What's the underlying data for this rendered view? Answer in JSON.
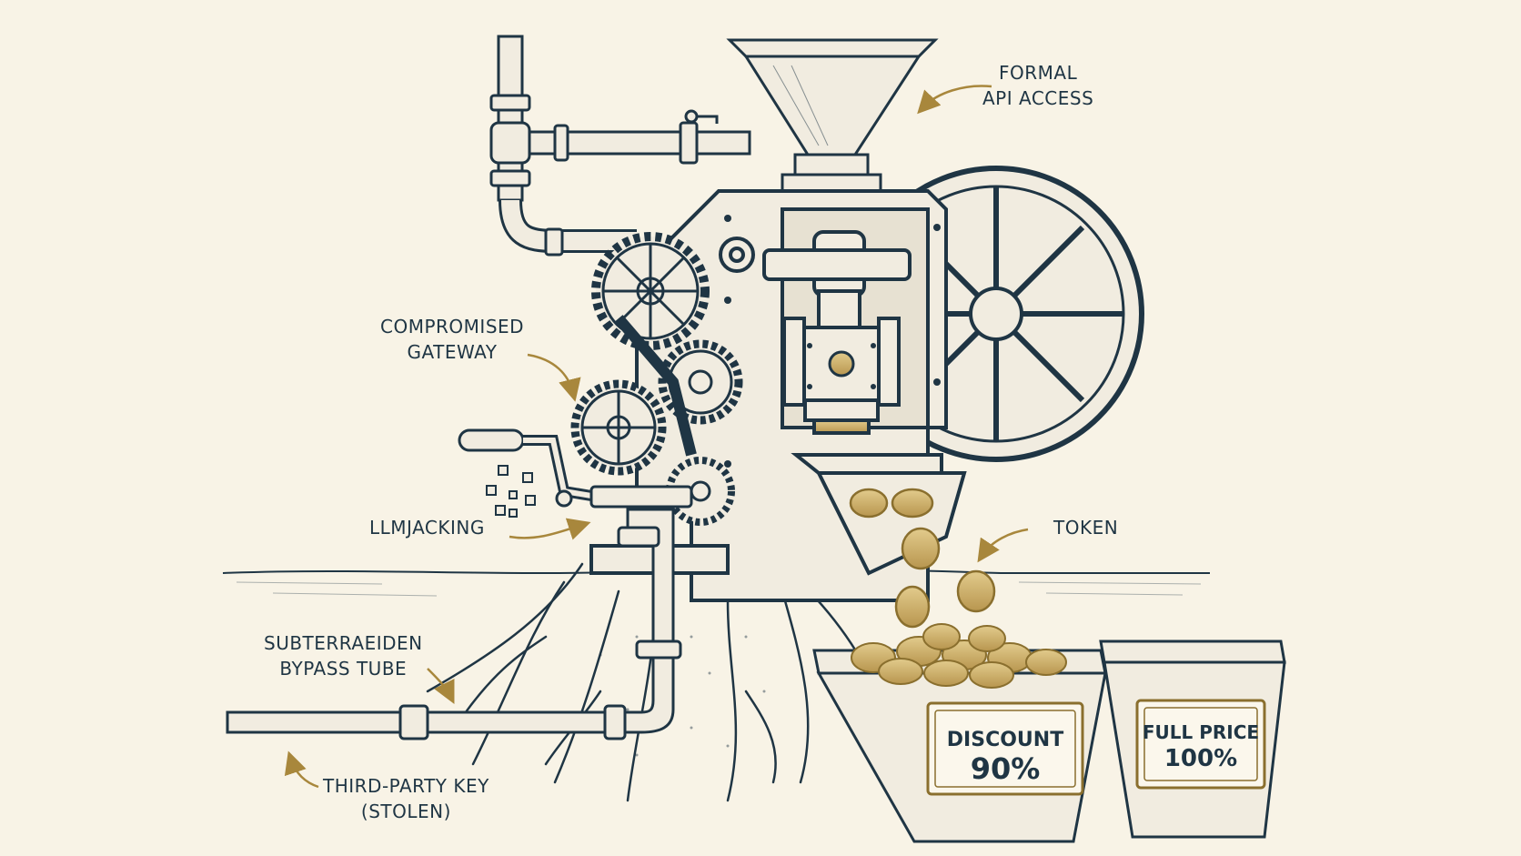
{
  "labels": {
    "formal_api": {
      "line1": "FORMAL",
      "line2": "API ACCESS"
    },
    "gateway": {
      "line1": "COMPROMISED",
      "line2": "GATEWAY"
    },
    "llmjacking": "LLMJACKING",
    "token": "TOKEN",
    "bypass": {
      "line1": "SUBTERRAEIDEN",
      "line2": "BYPASS TUBE"
    },
    "stolen_key": {
      "line1": "THIRD-PARTY KEY",
      "line2": "(STOLEN)"
    }
  },
  "bins": {
    "discount": {
      "title": "DISCOUNT",
      "value": "90%"
    },
    "full": {
      "title": "FULL PRICE",
      "value": "100%"
    }
  },
  "colors": {
    "ink": "#1f3544",
    "paper": "#f8f3e6",
    "gold": "#c9ad6a",
    "gold_dark": "#8a6f2e",
    "arrow": "#a8873c"
  }
}
